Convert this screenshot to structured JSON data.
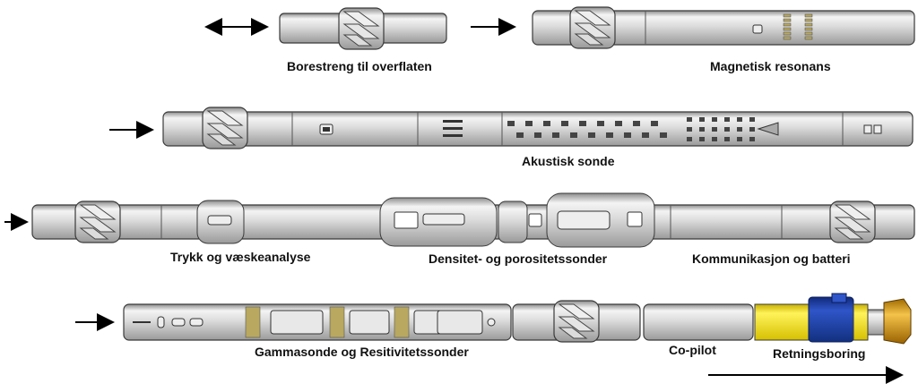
{
  "labels": {
    "drill_string_to_surface": "Borestreng til overflaten",
    "magnetic_resonance": "Magnetisk resonans",
    "acoustic_probe": "Akustisk sonde",
    "pressure_fluid_analysis": "Trykk og væskeanalyse",
    "density_porosity": "Densitet- og porositetssonder",
    "communication_battery": "Kommunikasjon og batteri",
    "gamma_resistivity": "Gammasonde og Resitivitetssonder",
    "copilot": "Co-pilot",
    "directional_drilling": "Retningsboring"
  },
  "colors": {
    "tool_body": "#d9d9d9",
    "outline": "#3a3a3a",
    "drill_collar_yellow": "#ffe600",
    "steering_blue": "#1f3fa0",
    "bit_gold": "#e0a020"
  }
}
